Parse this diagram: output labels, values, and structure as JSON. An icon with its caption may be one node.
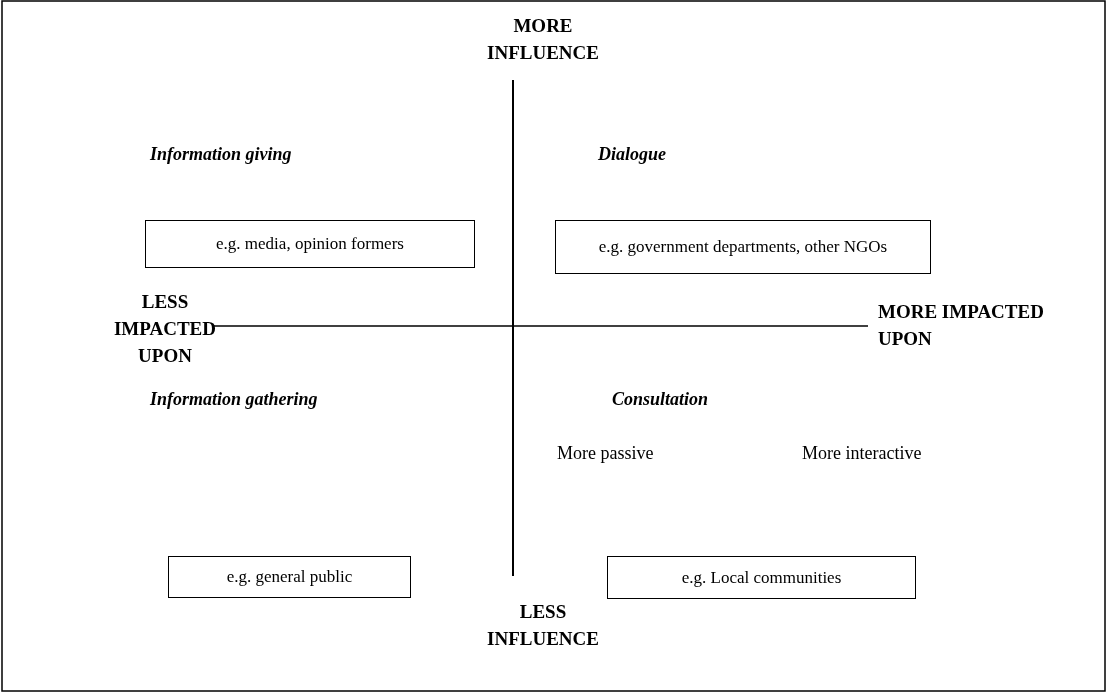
{
  "diagram": {
    "nodes": [
      {
        "text": [
          "e.g. media, opinion formers"
        ]
      },
      {
        "text": [
          "e.g. government departments, other NGOs"
        ]
      },
      {
        "text": [
          "e.g. general public"
        ]
      },
      {
        "text": [
          "e.g. Local communities"
        ]
      }
    ],
    "labels": [
      "MORE INFLUENCE",
      "Information giving",
      "Dialogue",
      "LESS IMPACTED UPON",
      "MORE IMPACTED UPON",
      "Information gathering",
      "Consultation",
      "More passive",
      "More interactive",
      "LESS INFLUENCE"
    ]
  }
}
